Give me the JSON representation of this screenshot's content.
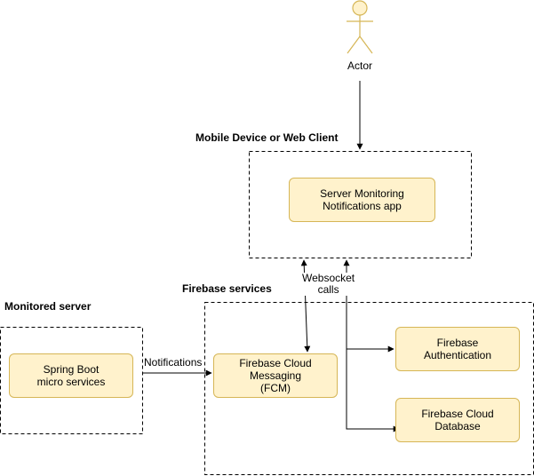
{
  "actor": {
    "label": "Actor"
  },
  "groups": {
    "client": "Mobile Device or Web Client",
    "firebase": "Firebase services",
    "monitored": "Monitored server"
  },
  "nodes": {
    "server_monitoring": {
      "line1": "Server Monitoring",
      "line2": "Notifications app"
    },
    "spring_boot": {
      "line1": "Spring Boot",
      "line2": "micro services"
    },
    "fcm": {
      "line1": "Firebase Cloud",
      "line2": "Messaging",
      "line3": "(FCM)"
    },
    "auth": {
      "line1": "Firebase",
      "line2": "Authentication"
    },
    "database": {
      "line1": "Firebase Cloud",
      "line2": "Database"
    }
  },
  "edges": {
    "notifications": "Notifications",
    "websocket_line1": "Websocket",
    "websocket_line2": "calls"
  },
  "colors": {
    "node_fill": "#fff2cc",
    "node_stroke": "#d6b656",
    "line": "#000000"
  }
}
